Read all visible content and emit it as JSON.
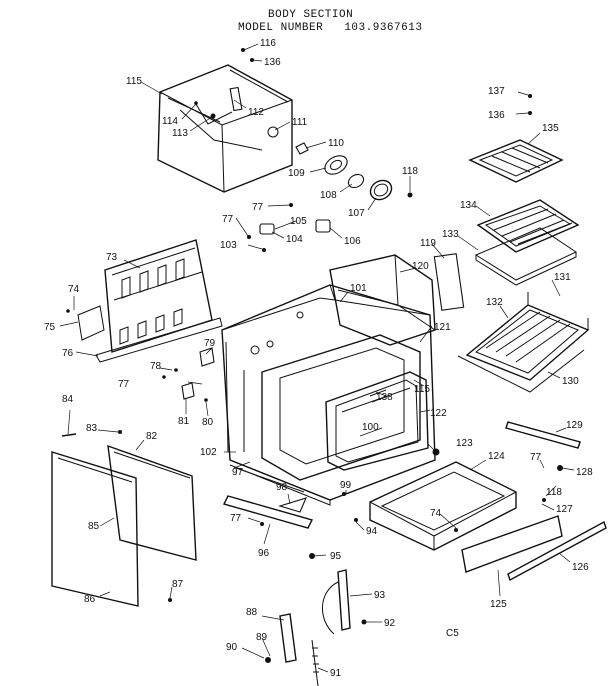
{
  "header": {
    "line1": "BODY SECTION",
    "line2_prefix": "MODEL NUMBER",
    "model_number": "103.9367613"
  },
  "corner_code": "C5",
  "parts": {
    "p73": "73",
    "p74a": "74",
    "p74b": "74",
    "p75": "75",
    "p76": "76",
    "p77a": "77",
    "p77b": "77",
    "p77c": "77",
    "p77d": "77",
    "p77e": "77",
    "p78": "78",
    "p79": "79",
    "p80": "80",
    "p81": "81",
    "p82": "82",
    "p83": "83",
    "p84": "84",
    "p85": "85",
    "p86": "86",
    "p87": "87",
    "p88": "88",
    "p89": "89",
    "p90": "90",
    "p91": "91",
    "p92": "92",
    "p93": "93",
    "p94": "94",
    "p95": "95",
    "p96": "96",
    "p97": "97",
    "p98": "98",
    "p99": "99",
    "p100": "100",
    "p101": "101",
    "p102": "102",
    "p103": "103",
    "p104": "104",
    "p105": "105",
    "p106": "106",
    "p107": "107",
    "p108": "108",
    "p109": "109",
    "p110": "110",
    "p111": "111",
    "p112": "112",
    "p113": "113",
    "p114": "114",
    "p115a": "115",
    "p115b": "115",
    "p116": "116",
    "p118a": "118",
    "p118b": "118",
    "p119": "119",
    "p120": "120",
    "p121": "121",
    "p122": "122",
    "p123": "123",
    "p124": "124",
    "p125": "125",
    "p126": "126",
    "p127": "127",
    "p128": "128",
    "p129": "129",
    "p130": "130",
    "p131": "131",
    "p132": "132",
    "p133": "133",
    "p134": "134",
    "p135": "135",
    "p136a": "136",
    "p136b": "136",
    "p137": "137",
    "p138": "138"
  }
}
